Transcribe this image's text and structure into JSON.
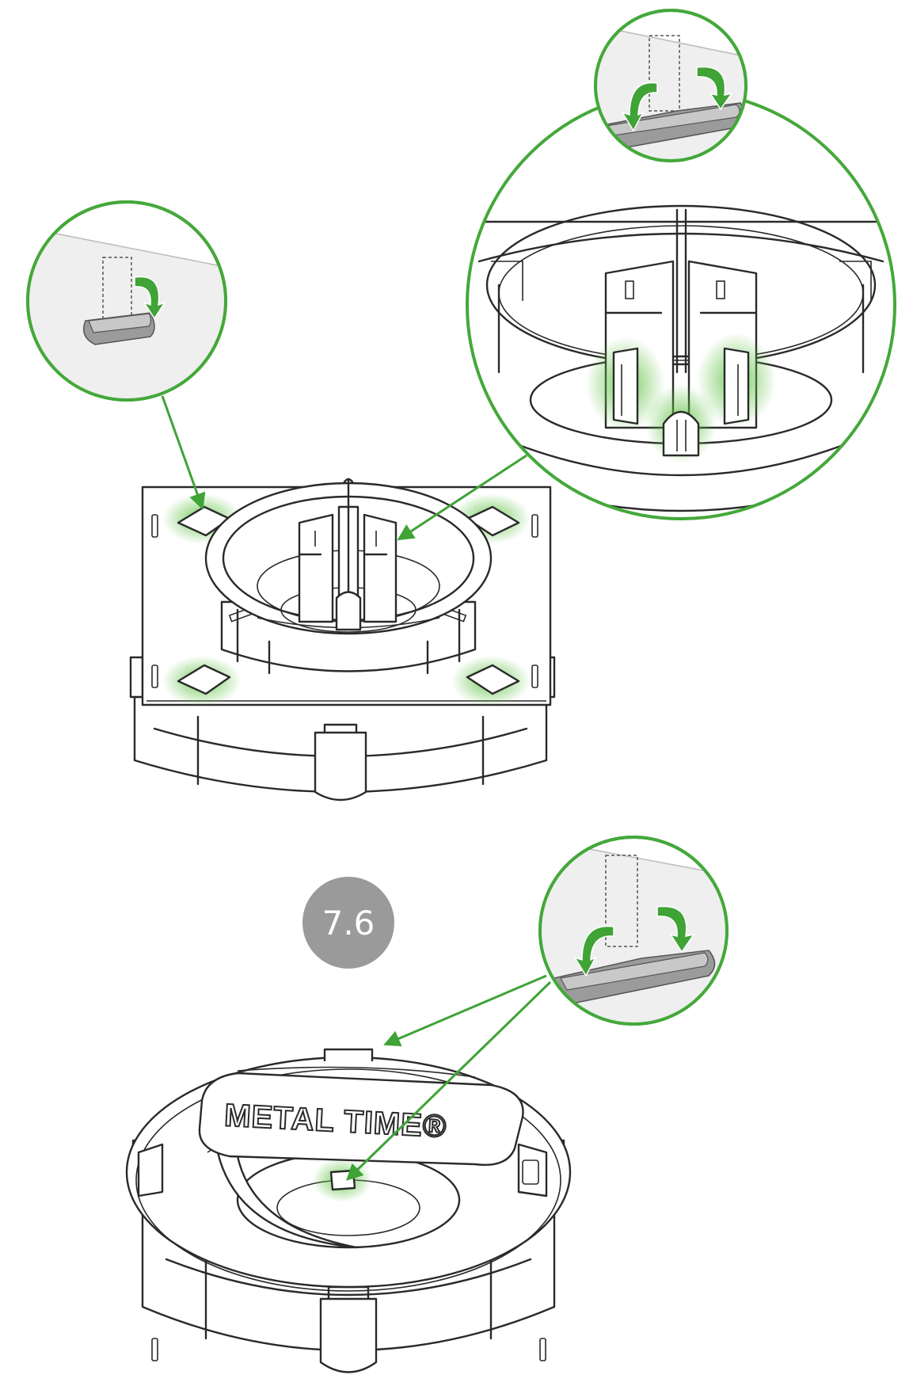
{
  "step": {
    "number": "7.6"
  },
  "product": {
    "logo_text": "METAL TIME®"
  },
  "colors": {
    "accent_green": "#44a83a",
    "highlight_green": "#6cc24a",
    "badge_gray": "#9a9a9a",
    "outline": "#2a2a2a"
  },
  "callouts": [
    {
      "name": "callout-corner-tab",
      "fold": "single-fold-arrow"
    },
    {
      "name": "callout-inner-clip-detail",
      "fold": "double-fold-arrows"
    },
    {
      "name": "callout-center-tab",
      "fold": "double-fold-arrows"
    }
  ]
}
